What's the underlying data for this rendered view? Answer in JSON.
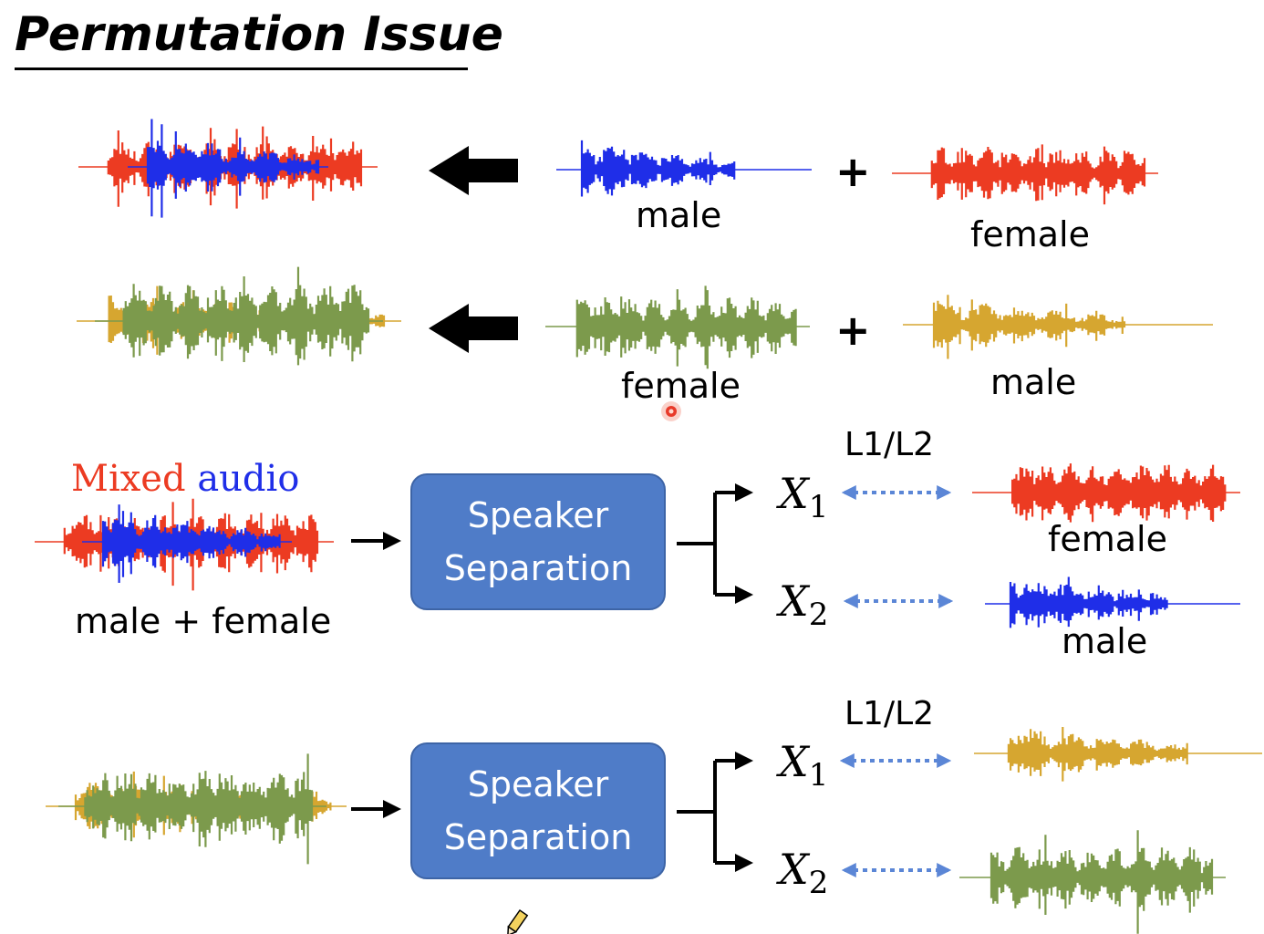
{
  "title": "Permutation Issue",
  "colors": {
    "male_blue": "#1f2ee8",
    "female_red": "#ec3b22",
    "female_green": "#7c9a4c",
    "male_gold": "#d6a630",
    "box_fill": "#4f7cc8",
    "box_border": "#3d64a6",
    "dotted_arrow": "#5b86d6"
  },
  "mixing_rows": [
    {
      "left_label": "male",
      "right_label": "female",
      "operator": "+"
    },
    {
      "left_label": "female",
      "right_label": "male",
      "operator": "+"
    }
  ],
  "separation_rows": [
    {
      "input_title_parts": [
        "Mixed",
        " ",
        "audio"
      ],
      "input_caption": "male + female",
      "box_line1": "Speaker",
      "box_line2": "Separation",
      "loss_label": "L1/L2",
      "outputs": [
        {
          "var": "X",
          "sub": "1",
          "target_label": "female"
        },
        {
          "var": "X",
          "sub": "2",
          "target_label": "male"
        }
      ]
    },
    {
      "box_line1": "Speaker",
      "box_line2": "Separation",
      "loss_label": "L1/L2",
      "outputs": [
        {
          "var": "X",
          "sub": "1"
        },
        {
          "var": "X",
          "sub": "2"
        }
      ]
    }
  ],
  "icons": [
    "left-arrow-icon",
    "right-arrow-icon",
    "bracket-arrow-icon",
    "dotted-double-arrow-icon",
    "pencil-cursor-icon",
    "laser-pointer-icon"
  ]
}
